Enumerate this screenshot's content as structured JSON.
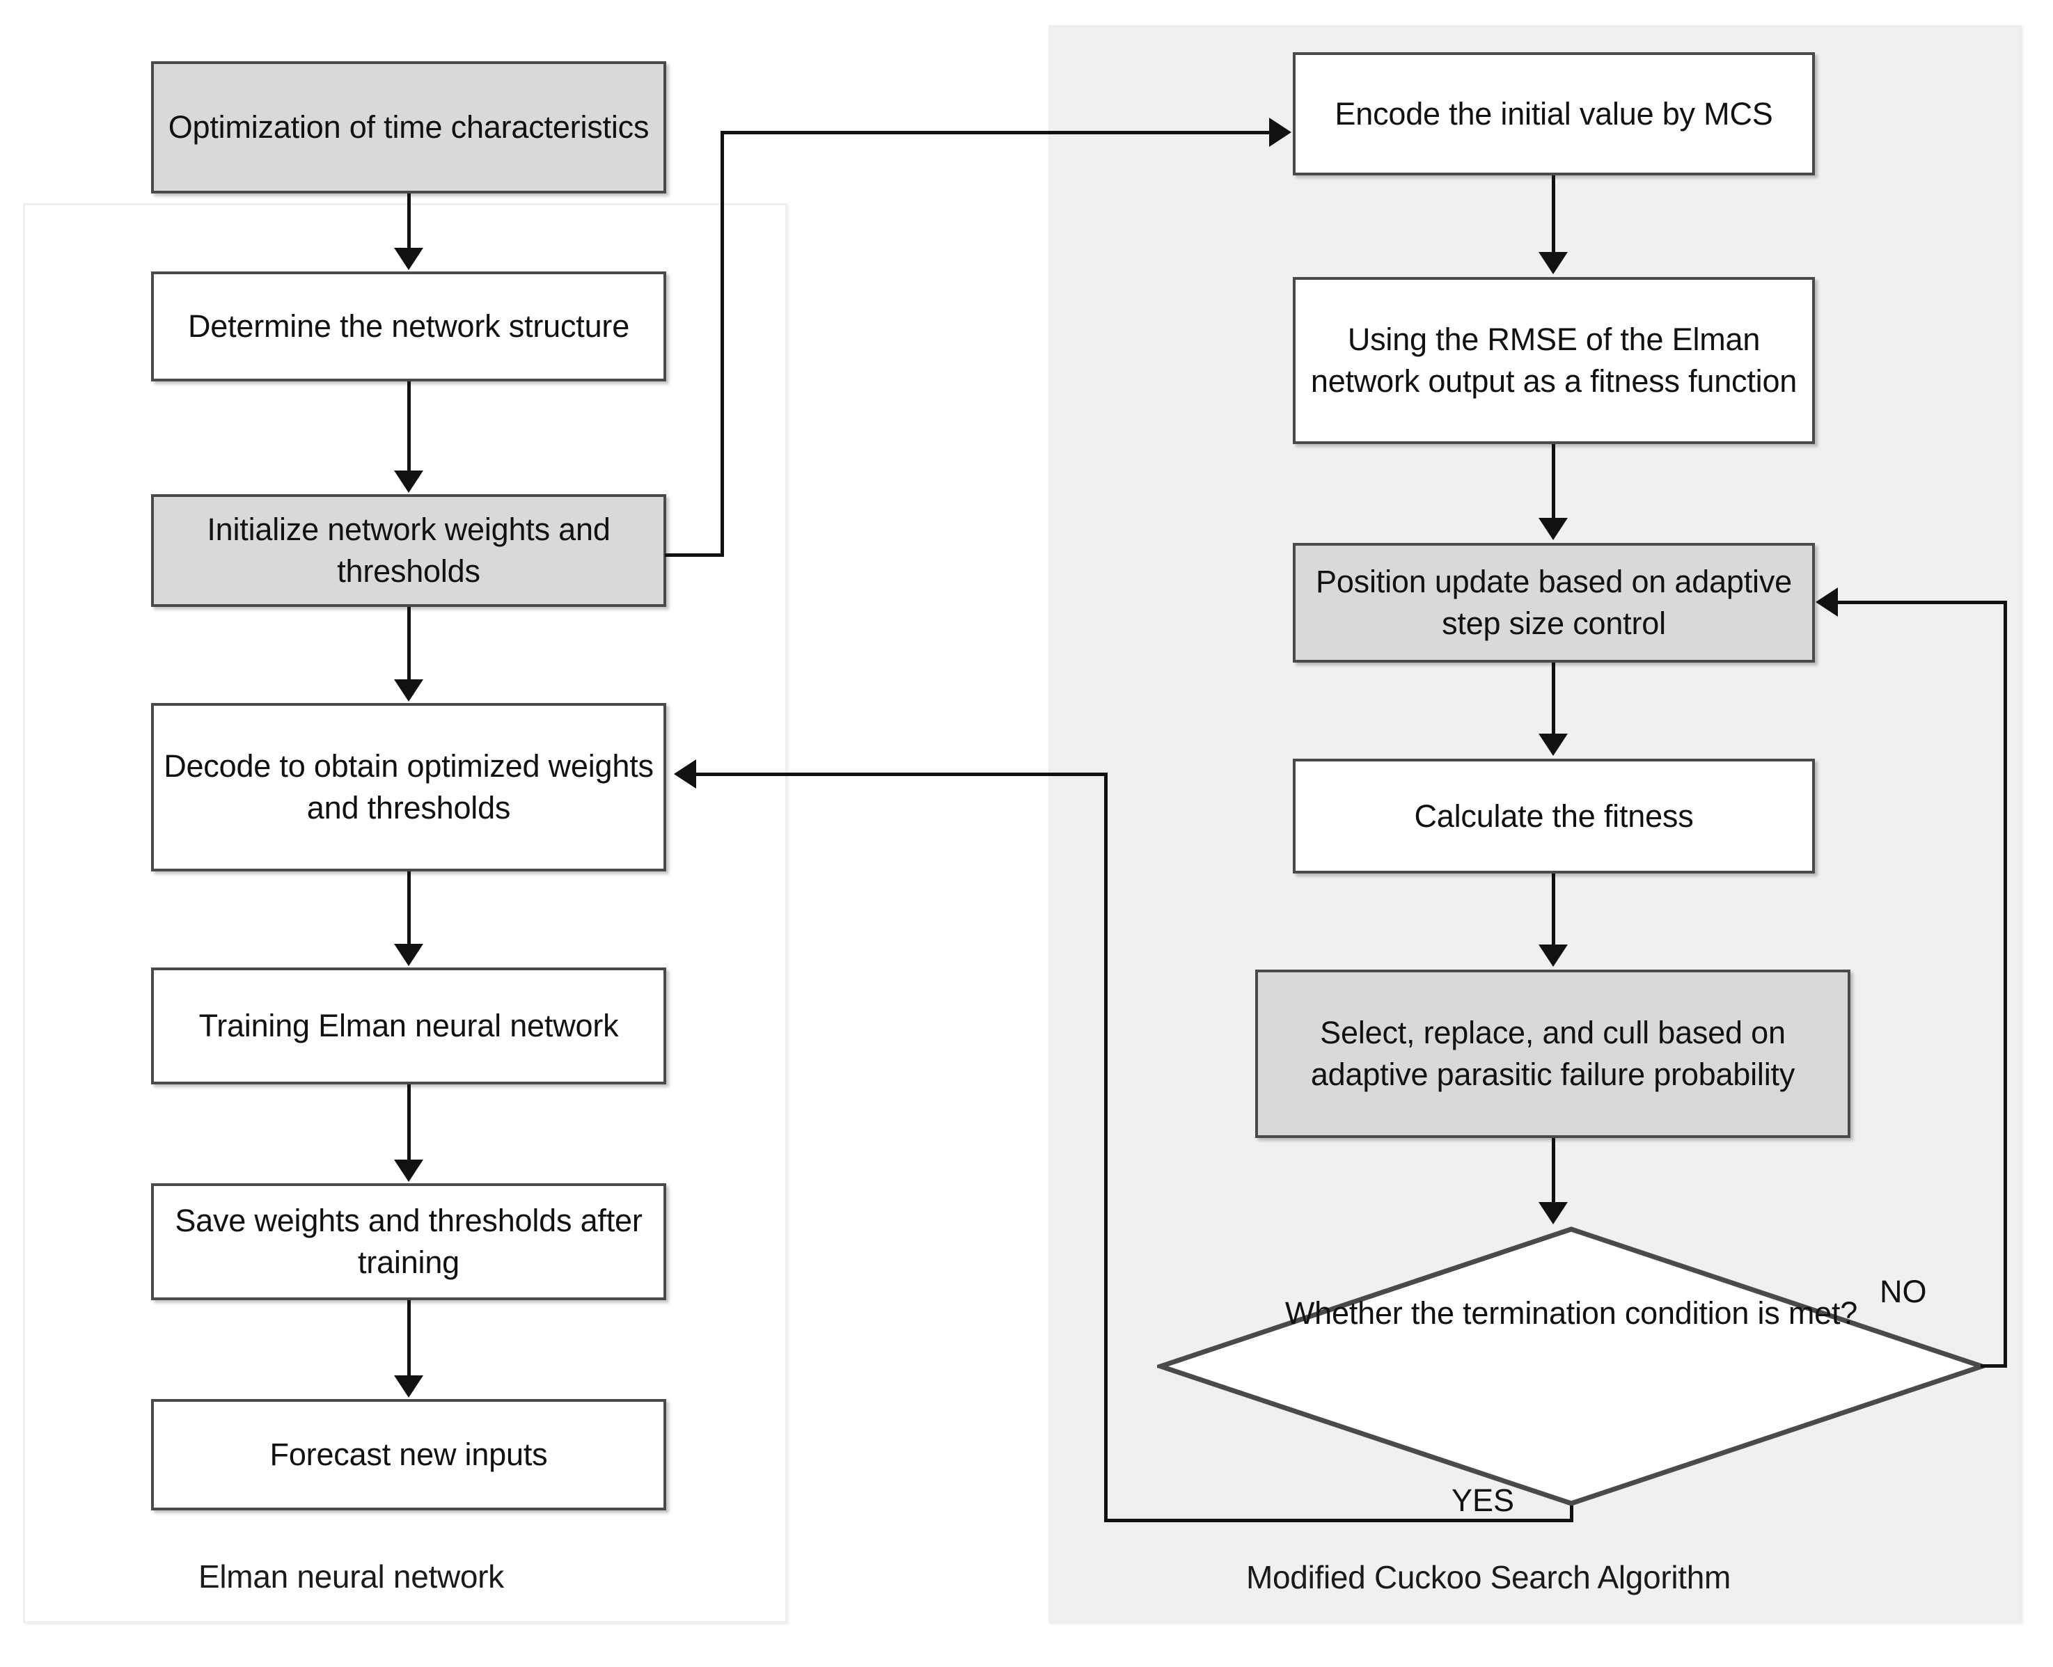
{
  "diagram": {
    "title": "Elman neural network optimized by Modified Cuckoo Search Algorithm flowchart",
    "panels": {
      "left": {
        "caption": "Elman neural network",
        "background": "#ffffff"
      },
      "right": {
        "caption": "Modified Cuckoo Search Algorithm",
        "background": "#f0f0f0"
      }
    },
    "colors": {
      "shaded_node_fill": "#d9d9d9",
      "white_node_fill": "#ffffff",
      "node_border": "#4a4a4a",
      "connector": "#111111",
      "right_panel_fill": "#f0f0f0"
    },
    "nodes": {
      "optimization_of_time_characteristics": "Optimization of time characteristics",
      "determine_network_structure": "Determine the network structure",
      "initialize_weights_thresholds": "Initialize network weights and thresholds",
      "decode_optimized_weights": "Decode to obtain optimized weights and thresholds",
      "training_elman": "Training Elman neural network",
      "save_weights_thresholds": "Save weights and thresholds after training",
      "forecast_new_inputs": "Forecast new inputs",
      "encode_initial_value": "Encode the initial value by MCS",
      "rmse_fitness_function": "Using the RMSE of the Elman network output as a fitness function",
      "position_update": "Position update based on adaptive step size control",
      "calculate_fitness": "Calculate the fitness",
      "select_replace_cull": "Select, replace, and cull based on adaptive parasitic failure probability",
      "termination_condition": "Whether the termination condition is met?"
    },
    "branch_labels": {
      "no": "NO",
      "yes": "YES"
    }
  }
}
